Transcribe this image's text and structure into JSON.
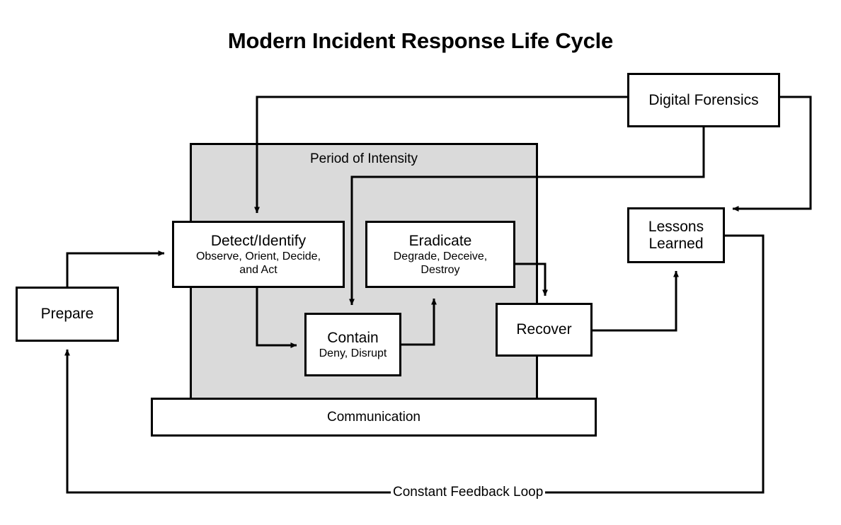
{
  "diagram": {
    "title": "Modern Incident Response Life Cycle",
    "type": "flowchart",
    "background_color": "#ffffff",
    "node_fill": "#ffffff",
    "zone_fill": "#dadada",
    "stroke_color": "#000000",
    "zone": {
      "label": "Period of Intensity"
    },
    "nodes": [
      {
        "id": "prepare",
        "title": "Prepare",
        "subtitle": ""
      },
      {
        "id": "detect",
        "title": "Detect/Identify",
        "subtitle": "Observe, Orient, Decide,\nand Act"
      },
      {
        "id": "eradicate",
        "title": "Eradicate",
        "subtitle": "Degrade, Deceive,\nDestroy"
      },
      {
        "id": "contain",
        "title": "Contain",
        "subtitle": "Deny, Disrupt"
      },
      {
        "id": "recover",
        "title": "Recover",
        "subtitle": ""
      },
      {
        "id": "lessons",
        "title": "Lessons\nLearned",
        "subtitle": ""
      },
      {
        "id": "forensics",
        "title": "Digital Forensics",
        "subtitle": ""
      }
    ],
    "bars": [
      {
        "id": "communication",
        "label": "Communication"
      }
    ],
    "annotations": [
      {
        "id": "feedback",
        "label": "Constant Feedback Loop"
      }
    ],
    "edges": [
      {
        "from": "prepare",
        "to": "detect",
        "label": ""
      },
      {
        "from": "detect",
        "to": "contain",
        "label": ""
      },
      {
        "from": "contain",
        "to": "eradicate",
        "label": ""
      },
      {
        "from": "eradicate",
        "to": "recover",
        "label": ""
      },
      {
        "from": "recover",
        "to": "lessons",
        "label": ""
      },
      {
        "from": "forensics",
        "to": "detect",
        "label": ""
      },
      {
        "from": "forensics",
        "to": "contain",
        "label": ""
      },
      {
        "from": "forensics",
        "to": "lessons",
        "label": ""
      },
      {
        "from": "lessons",
        "to": "prepare",
        "label": "Constant Feedback Loop"
      }
    ]
  }
}
